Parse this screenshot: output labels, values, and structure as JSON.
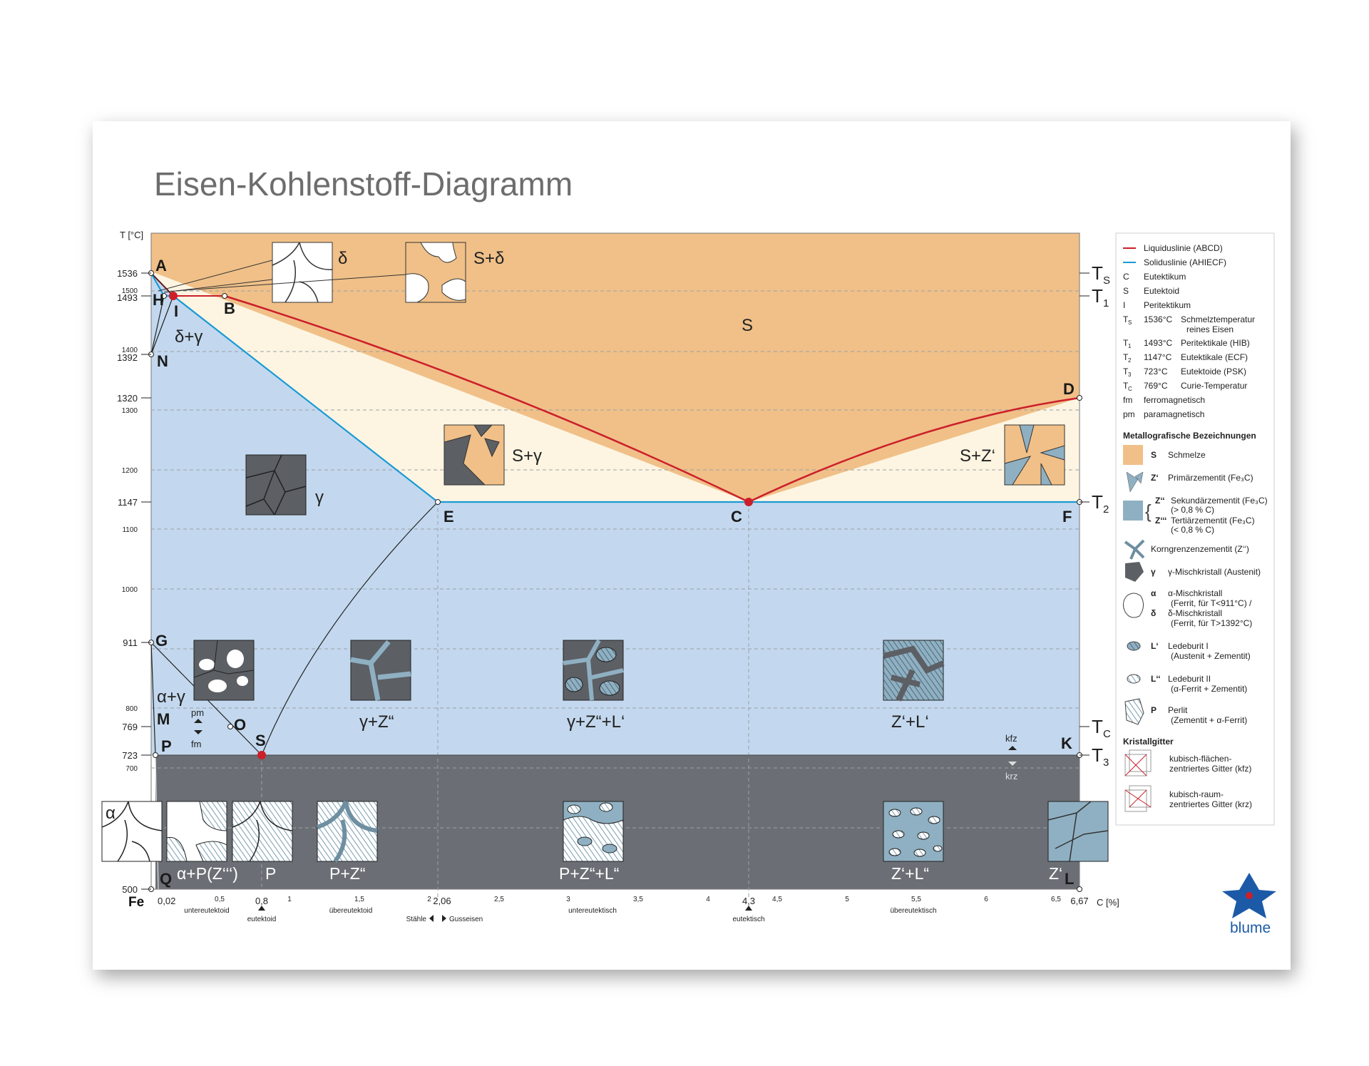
{
  "poster": {
    "title": "Eisen-Kohlenstoff-Diagramm",
    "brand": "blume"
  },
  "axes": {
    "y_label": "T [°C]",
    "x_label": "C [%]",
    "origin_label": "Fe",
    "y_ticks": [
      "1536",
      "1500",
      "1493",
      "1400",
      "1392",
      "1320",
      "1300",
      "1200",
      "1147",
      "1100",
      "1000",
      "911",
      "800",
      "769",
      "723",
      "700",
      "500"
    ],
    "x_ticks": [
      "0,02",
      "0,5",
      "0,8",
      "1",
      "1,5",
      "2",
      "2,06",
      "2,5",
      "3",
      "3,5",
      "4",
      "4,3",
      "4,5",
      "5",
      "5,5",
      "6",
      "6,5",
      "6,67"
    ],
    "x_notes": {
      "untereutektoid": "untereutektoid",
      "eutektoid": "eutektoid",
      "uebereutektoid": "übereutektoid",
      "staehle": "Stähle",
      "gusseisen": "Gusseisen",
      "untereutektisch": "untereutektisch",
      "eutektisch": "eutektisch",
      "uebereutektisch": "übereutektisch"
    }
  },
  "points": {
    "A": "A",
    "B": "B",
    "C": "C",
    "D": "D",
    "E": "E",
    "F": "F",
    "G": "G",
    "H": "H",
    "I": "I",
    "K": "K",
    "L": "L",
    "M": "M",
    "N": "N",
    "O": "O",
    "P": "P",
    "Q": "Q",
    "S": "S"
  },
  "right_temps": {
    "ts": "T",
    "ts_sub": "S",
    "t1": "T",
    "t1_sub": "1",
    "t2": "T",
    "t2_sub": "2",
    "tc": "T",
    "tc_sub": "C",
    "t3": "T",
    "t3_sub": "3"
  },
  "phases": {
    "s": "S",
    "delta": "δ",
    "s_delta": "S+δ",
    "delta_gamma": "δ+γ",
    "s_gamma": "S+γ",
    "s_z1": "S+Z‘",
    "gamma": "γ",
    "alpha_gamma": "α+γ",
    "gamma_z2": "γ+Z“",
    "gamma_z2_l1": "γ+Z“+L‘",
    "z1_l1": "Z‘+L‘",
    "alpha": "α",
    "alpha_p_z3": "α+P(Z‘‘‘)",
    "p": "P",
    "p_z2": "P+Z“",
    "p_z2_l2": "P+Z“+L“",
    "z1_l2": "Z‘+L“",
    "z1": "Z‘",
    "pm": "pm",
    "fm": "fm",
    "kfz": "kfz",
    "krz": "krz"
  },
  "legend": {
    "liquidus": "Liquiduslinie (ABCD)",
    "solidus": "Soliduslinie (AHIECF)",
    "rows": [
      {
        "k": "C",
        "v": "Eutektikum"
      },
      {
        "k": "S",
        "v": "Eutektoid"
      },
      {
        "k": "I",
        "v": "Peritektikum"
      }
    ],
    "temps": [
      {
        "k": "T",
        "sub": "S",
        "t": "1536°C",
        "v": "Schmelztemperatur",
        "v2": "reines Eisen"
      },
      {
        "k": "T",
        "sub": "1",
        "t": "1493°C",
        "v": "Peritektikale (HIB)",
        "v2": ""
      },
      {
        "k": "T",
        "sub": "2",
        "t": "1147°C",
        "v": "Eutektikale (ECF)",
        "v2": ""
      },
      {
        "k": "T",
        "sub": "3",
        "t": "723°C",
        "v": "Eutektoide (PSK)",
        "v2": ""
      },
      {
        "k": "T",
        "sub": "C",
        "t": "769°C",
        "v": "Curie-Temperatur",
        "v2": ""
      }
    ],
    "fm": {
      "k": "fm",
      "v": "ferromagnetisch"
    },
    "pm": {
      "k": "pm",
      "v": "paramagnetisch"
    },
    "metallo_title": "Metallografische Bezeichnungen",
    "metallo": {
      "s_k": "S",
      "s_v": "Schmelze",
      "z1_k": "Z‘",
      "z1_v": "Primärzementit (Fe₃C)",
      "z2_k": "Z‘‘",
      "z2_v": "Sekundärzementit (Fe₃C)",
      "z2_v2": "(> 0,8 % C)",
      "z3_k": "Z‘‘‘",
      "z3_v": "Tertiärzementit (Fe₃C)",
      "z3_v2": "(< 0,8 % C)",
      "korn_v": "Korngrenzenzementit (Z‘‘)",
      "gamma_k": "γ",
      "gamma_v": "γ-Mischkristall (Austenit)",
      "alpha_k": "α",
      "alpha_v": "α-Mischkristall",
      "alpha_v2": "(Ferrit, für T<911°C) /",
      "delta_k": "δ",
      "delta_v": "δ-Mischkristall",
      "delta_v2": "(Ferrit, für T>1392°C)",
      "l1_k": "L‘",
      "l1_v": "Ledeburit I",
      "l1_v2": "(Austenit + Zementit)",
      "l2_k": "L‘‘",
      "l2_v": "Ledeburit II",
      "l2_v2": "(α-Ferrit + Zementit)",
      "p_k": "P",
      "p_v": "Perlit",
      "p_v2": "(Zementit + α-Ferrit)"
    },
    "lattice_title": "Kristallgitter",
    "kfz_v": "kubisch-flächen-",
    "kfz_v2": "zentriertes Gitter (kfz)",
    "krz_v": "kubisch-raum-",
    "krz_v2": "zentriertes Gitter (krz)"
  },
  "colors": {
    "melt": "#f0c088",
    "s_gamma_zone": "#fdf5e2",
    "austenite": "#c3d8ee",
    "below_723": "#6b6f75",
    "liquidus": "#cc1f2a",
    "solidus": "#1a9ad6",
    "cementite": "#8fb0c2",
    "grain_dark": "#5c5f64"
  }
}
